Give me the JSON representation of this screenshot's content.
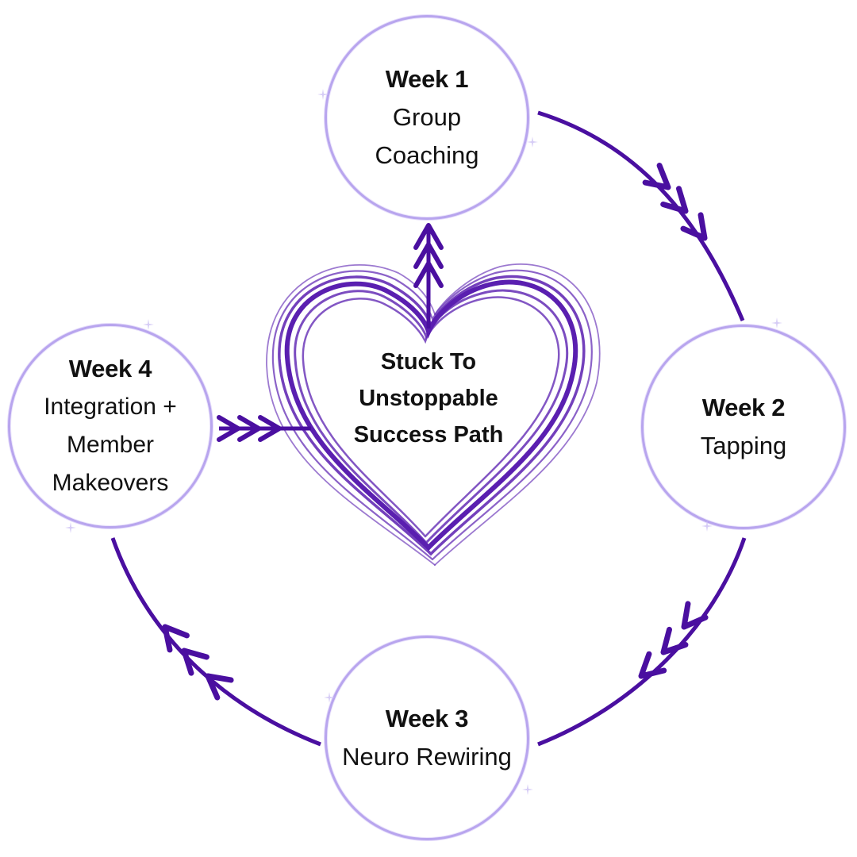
{
  "center": {
    "label": "Stuck To\nUnstoppable\nSuccess Path"
  },
  "weeks": [
    {
      "title": "Week 1",
      "description": "Group\nCoaching"
    },
    {
      "title": "Week 2",
      "description": "Tapping"
    },
    {
      "title": "Week 3",
      "description": "Neuro Rewiring"
    },
    {
      "title": "Week 4",
      "description": "Integration +\nMember\nMakeovers"
    }
  ],
  "colors": {
    "arrow": "#4a0fa0",
    "ring": "#b8a5ee",
    "heart": "#5a1fb0",
    "text": "#111111"
  }
}
